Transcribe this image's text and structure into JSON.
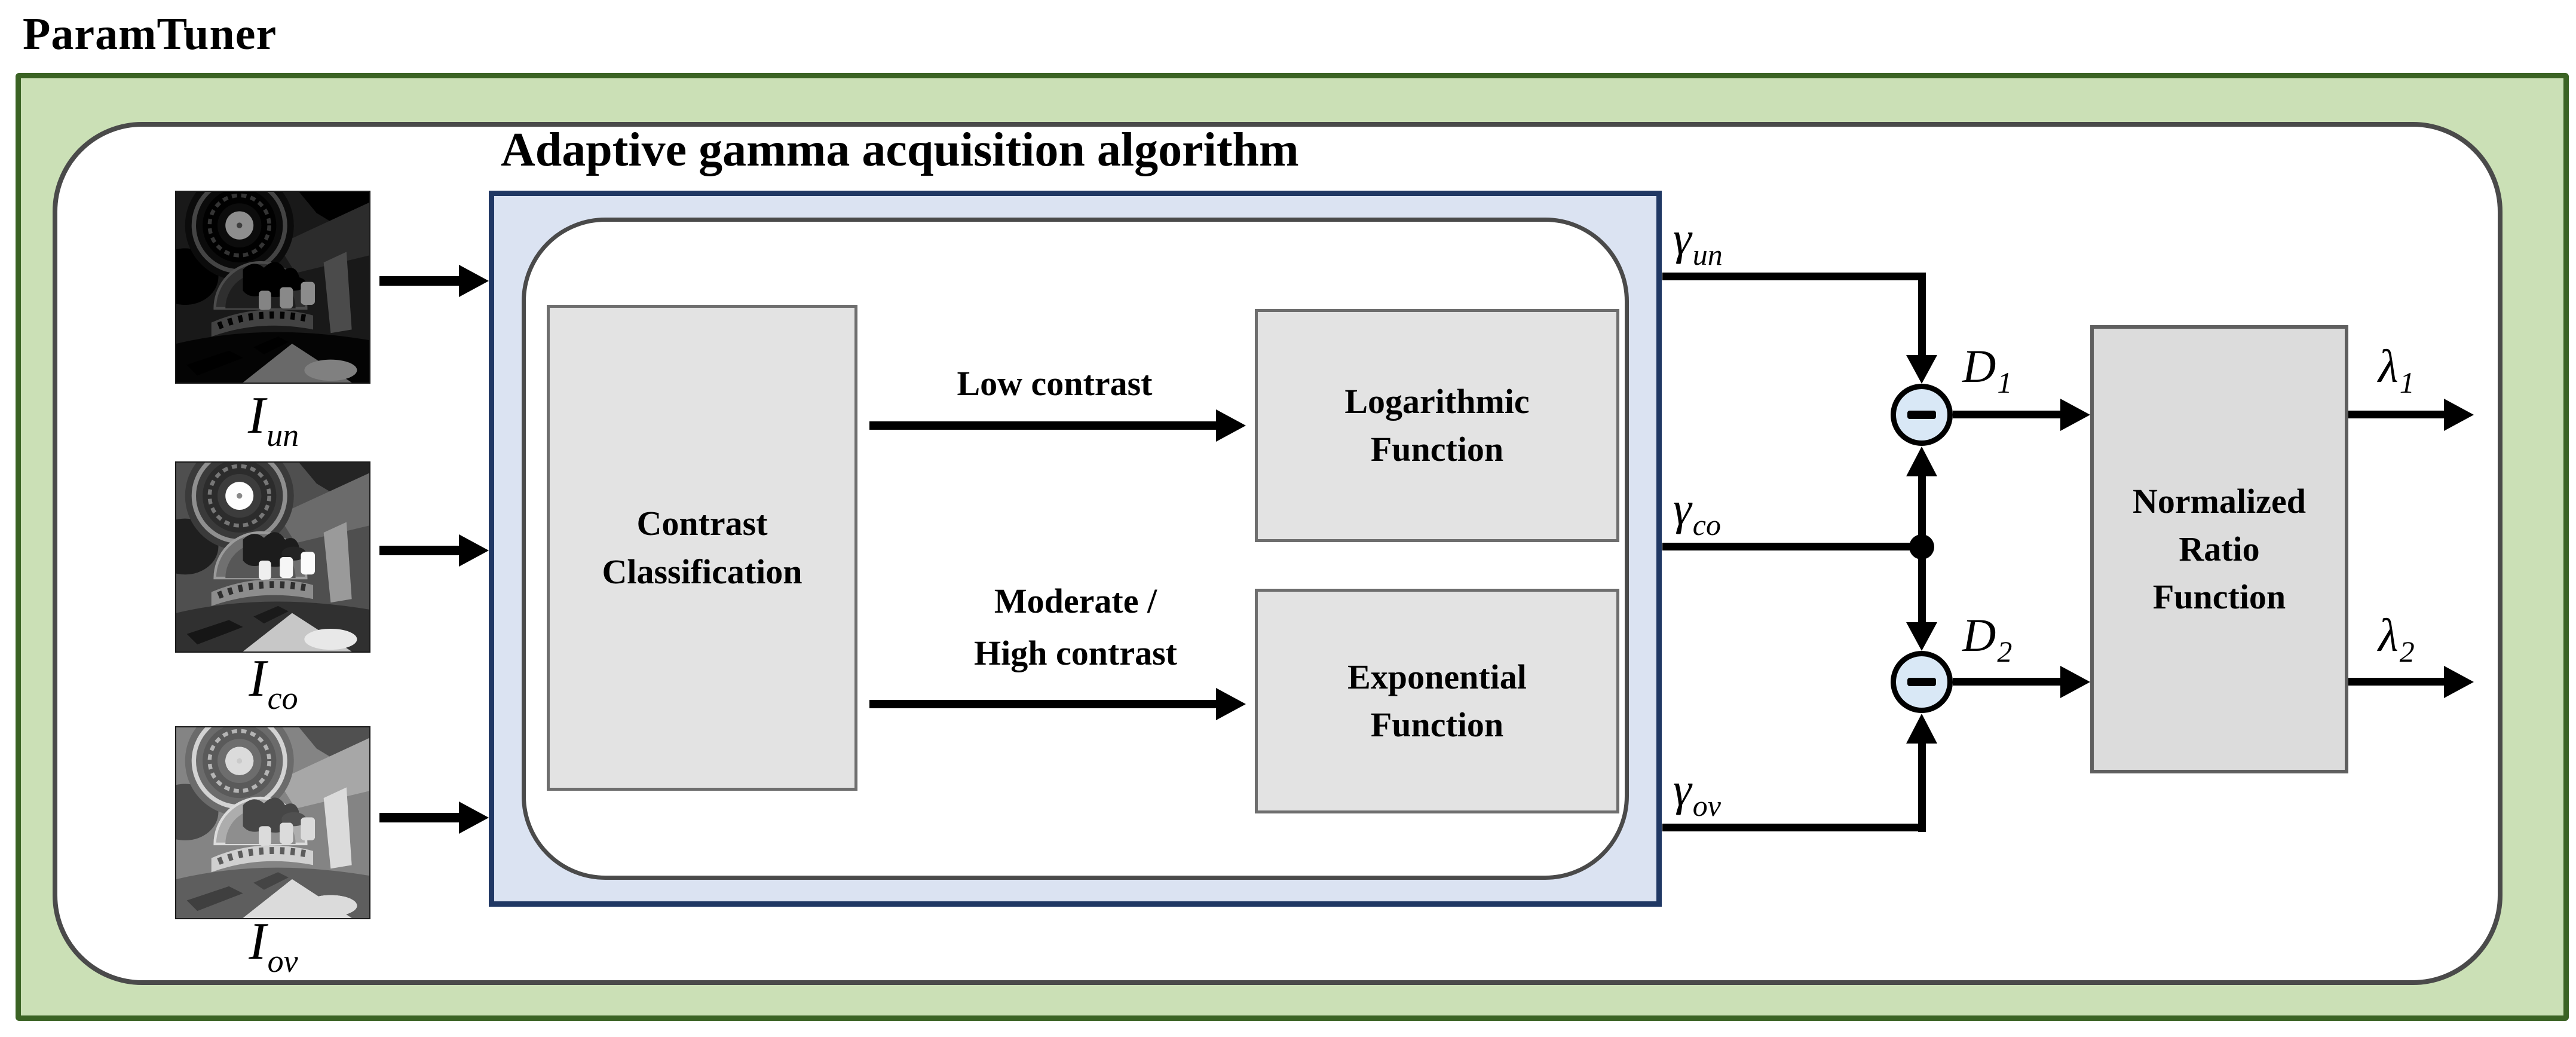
{
  "page": {
    "title": "ParamTuner"
  },
  "panel": {
    "title": "Adaptive gamma acquisition algorithm"
  },
  "inputs": [
    {
      "base": "I",
      "sub": "un",
      "exposure": "underexposed-dark-photo"
    },
    {
      "base": "I",
      "sub": "co",
      "exposure": "correctly-exposed-photo"
    },
    {
      "base": "I",
      "sub": "ov",
      "exposure": "overexposed-bright-photo"
    }
  ],
  "blocks": {
    "contrast_classification": {
      "line1": "Contrast",
      "line2": "Classification"
    },
    "logarithmic": {
      "line1": "Logarithmic",
      "line2": "Function"
    },
    "exponential": {
      "line1": "Exponential",
      "line2": "Function"
    },
    "normalized_ratio": {
      "line1": "Normalized",
      "line2": "Ratio",
      "line3": "Function"
    }
  },
  "branches": {
    "low": {
      "label": "Low contrast"
    },
    "moderate_high": {
      "line1": "Moderate /",
      "line2": "High contrast"
    }
  },
  "gammas": [
    {
      "base": "γ",
      "sub": "un"
    },
    {
      "base": "γ",
      "sub": "co"
    },
    {
      "base": "γ",
      "sub": "ov"
    }
  ],
  "differences": [
    {
      "base": "D",
      "sub": "1"
    },
    {
      "base": "D",
      "sub": "2"
    }
  ],
  "outputs": [
    {
      "base": "λ",
      "sub": "1"
    },
    {
      "base": "λ",
      "sub": "2"
    }
  ],
  "operators": {
    "subtract": "-"
  },
  "colors": {
    "green_fill": "#cbe0b6",
    "green_border": "#3b6324",
    "blue_fill": "#dbe3f2",
    "blue_border": "#203864",
    "box_fill": "#e3e3e3",
    "box_border": "#6e6e6e",
    "output_box_fill": "#dcdcdc",
    "node_fill": "#d9e8f6",
    "line_color": "#000000",
    "frame_border": "#4a4a4a"
  }
}
